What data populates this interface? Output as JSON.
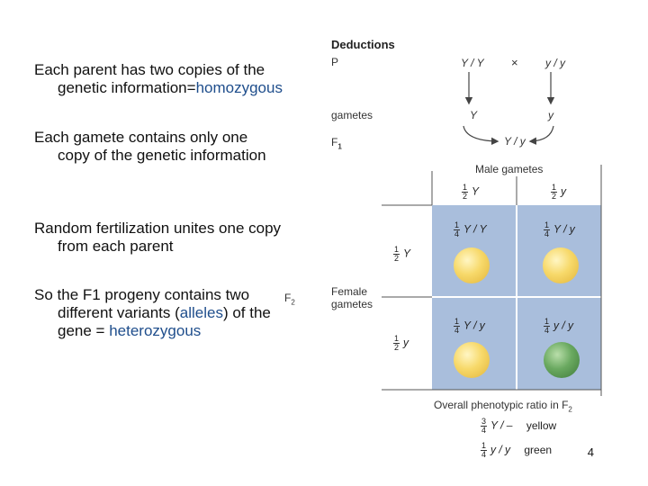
{
  "bullets": [
    {
      "line1": "Each parent has two copies of the",
      "line2_pre": "genetic information=",
      "line2_hl": "homozygous",
      "line2_post": ""
    },
    {
      "line1": "Each gamete contains only one",
      "line2_pre": "copy of the genetic information",
      "line2_hl": "",
      "line2_post": ""
    },
    {
      "line1": "Random fertilization unites one copy",
      "line2_pre": "from each parent",
      "line2_hl": "",
      "line2_post": ""
    }
  ],
  "last_bullet": {
    "line1": "So the F1 progeny contains two",
    "line2_pre": "different variants (",
    "line2_hl": "alleles",
    "line2_post": ") of the",
    "line3_pre": "gene = ",
    "line3_hl": "heterozygous"
  },
  "figure": {
    "title": "Deductions",
    "p_label": "P",
    "parent_left": "Y / Y",
    "cross_symbol": "×",
    "parent_right": "y / y",
    "gametes_label": "gametes",
    "gamete_left": "Y",
    "gamete_right": "y",
    "f1_label": "F",
    "f1_sub": "1",
    "f1_genotype": "Y / y",
    "f2_label": "F",
    "f2_sub": "2",
    "male_gametes": "Male gametes",
    "female_gametes_l1": "Female",
    "female_gametes_l2": "gametes",
    "half_num": "1",
    "half_den": "2",
    "quarter_num": "1",
    "quarter_den": "4",
    "male_cols": [
      "Y",
      "y"
    ],
    "female_rows": [
      "Y",
      "y"
    ],
    "cells": [
      {
        "genotype": "Y / Y",
        "color": "yellow"
      },
      {
        "genotype": "Y / y",
        "color": "yellow"
      },
      {
        "genotype": "Y / y",
        "color": "yellow"
      },
      {
        "genotype": "y / y",
        "color": "green"
      }
    ],
    "ratio_title": "Overall phenotypic ratio in F",
    "ratio_sub": "2",
    "ratios": [
      {
        "num": "3",
        "den": "4",
        "genotype": "Y / –",
        "phenotype": "yellow"
      },
      {
        "num": "1",
        "den": "4",
        "genotype": "y / y",
        "phenotype": "green"
      }
    ],
    "colors": {
      "grid_fill": "#a9bedc",
      "grid_line": "#ffffff",
      "frame_line": "#555555"
    }
  },
  "page_number": "4"
}
